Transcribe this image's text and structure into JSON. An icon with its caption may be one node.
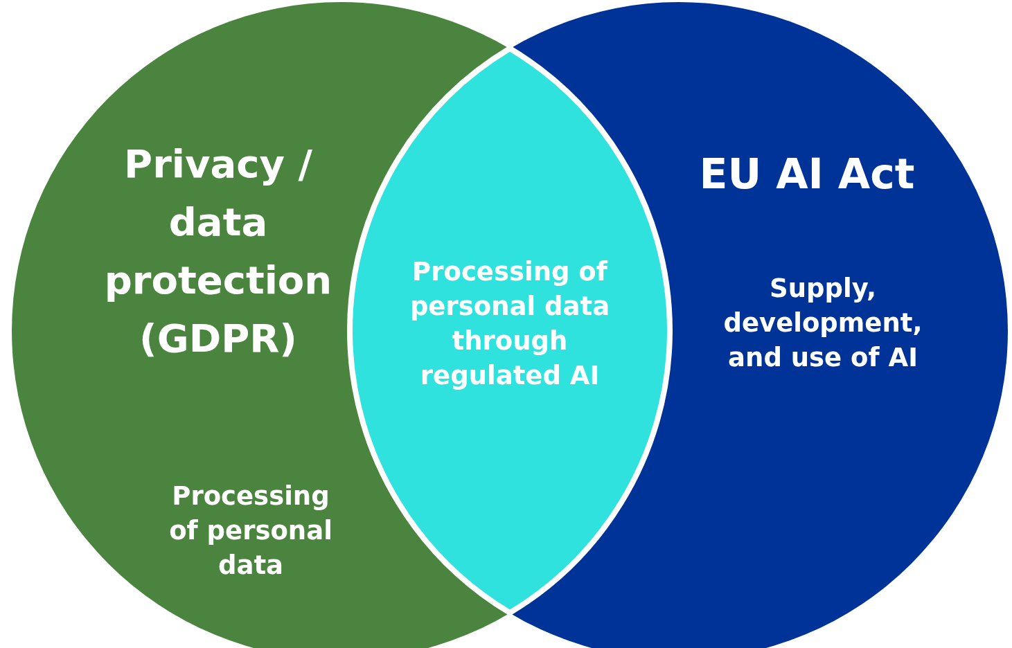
{
  "diagram": {
    "nodes": [
      {
        "text": [
          "Privacy / data protection (GDPR)",
          "Processing of personal data"
        ]
      },
      {
        "text": [
          "EU AI Act",
          "Supply, development, and use of AI"
        ]
      },
      {
        "text": [
          "Processing of personal data through regulated AI"
        ]
      }
    ]
  }
}
